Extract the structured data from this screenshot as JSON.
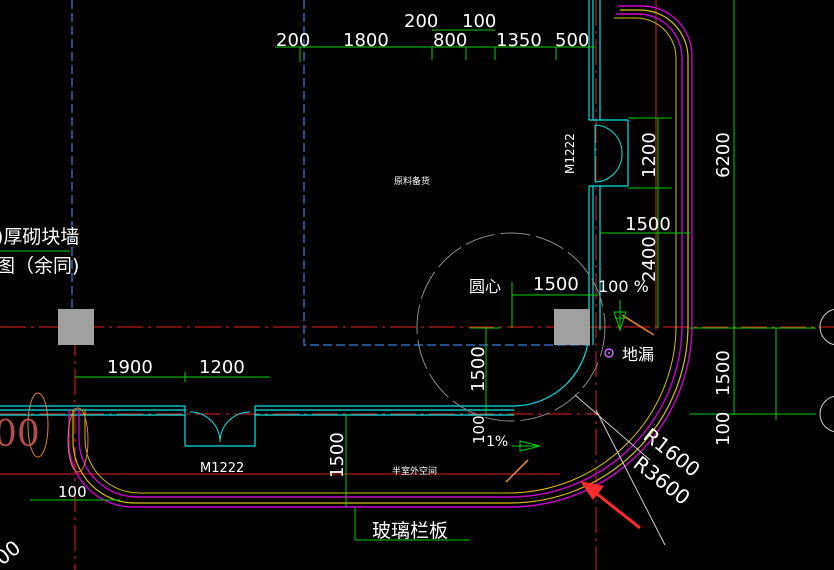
{
  "dimensions": {
    "top_row1": [
      "200",
      "100"
    ],
    "top_row2": [
      "200",
      "1800",
      "800",
      "1350",
      "500"
    ],
    "right_vertical": [
      "6200",
      "1200",
      "2400",
      "1500",
      "100"
    ],
    "right_horizontal": "1500",
    "center_h": "1500",
    "center_v": [
      "1500",
      "100"
    ],
    "slope": "1%",
    "corner_pct": "100 %",
    "left_lower": [
      "1900",
      "1200"
    ],
    "bottom_vertical": "1500",
    "bottom_left": "100"
  },
  "labels": {
    "door_right": "M1222",
    "door_bottom": "M1222",
    "room_material": "原料备货",
    "room_basement": "半室外空间",
    "wall_note_1": ")厚砌块墙",
    "wall_note_2": "图（余同)",
    "center_circle": "圆心",
    "floor_drain": "地漏",
    "glass_panel": "玻璃栏板",
    "radius_inner": "R1600",
    "radius_outer": "R3600",
    "left_partial": "00",
    "bottom_partial": "00"
  },
  "colors": {
    "background": "#000000",
    "wall_cyan": "#00e5e5",
    "dim_green": "#00d000",
    "axis_red": "#e02020",
    "rail_magenta": "#cc00cc",
    "rail_yellow": "#d8c000",
    "pointer_red": "#ff2a2a",
    "column_gray": "#a0a0a0"
  }
}
